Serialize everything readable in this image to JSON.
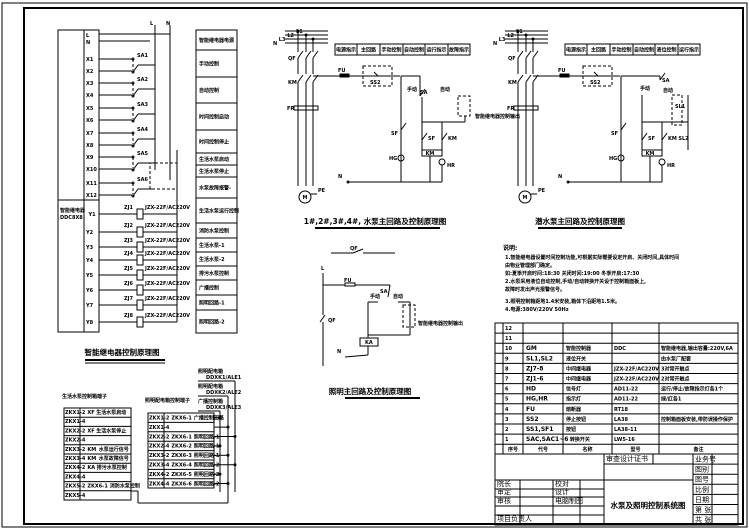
{
  "left_panel": {
    "bus_labels": [
      "L",
      "N"
    ],
    "device_label": "智能继电器",
    "device_model": "DDC8X8",
    "power_terminals": [
      "L",
      "N"
    ],
    "input_terminals": [
      "X1",
      "X2",
      "X3",
      "X4",
      "X5",
      "X6",
      "X7",
      "X8",
      "X9",
      "X10",
      "X11",
      "X12"
    ],
    "output_terminals": [
      "Y1",
      "Y2",
      "Y3",
      "Y4",
      "Y5",
      "Y6",
      "Y7",
      "Y8"
    ],
    "switches": [
      "SA1",
      "SA2",
      "SA3",
      "SA4",
      "SA5",
      "SA6"
    ],
    "relays": [
      {
        "code": "ZJ1",
        "model": "JZX-22F/AC220V"
      },
      {
        "code": "ZJ2",
        "model": "JZX-22F/AC220V"
      },
      {
        "code": "ZJ3",
        "model": "JZX-22F/AC220V"
      },
      {
        "code": "ZJ4",
        "model": "JZX-22F/AC220V"
      },
      {
        "code": "ZJ5",
        "model": "JZX-22F/AC220V"
      },
      {
        "code": "ZJ6",
        "model": "JZX-22F/AC220V"
      },
      {
        "code": "ZJ7",
        "model": "JZX-22F/AC220V"
      },
      {
        "code": "ZJ8",
        "model": "JZX-22F/AC220V"
      }
    ],
    "functions": [
      "智能继电器电源",
      "手动控制",
      "自动控制",
      "时间控制启动",
      "时间控制停止",
      "生活水泵启动",
      "生活水泵停止",
      "水泵故障报警-",
      "生活水泵运行控制",
      "消防水泵控制",
      "生活水泵-1",
      "生活水泵-2",
      "排污水泵控制",
      "广播控制",
      "照明回路-1",
      "照明回路-2"
    ],
    "title": "智能继电器控制原理图"
  },
  "io_tables": {
    "left_title": "生活水泵控制箱端子",
    "left_rows": [
      [
        "ZKX1-2",
        "XF",
        "生活水泵启动"
      ],
      [
        "ZKX1-4",
        "",
        ""
      ],
      [
        "ZKX2-2",
        "XF",
        "生活水泵停止"
      ],
      [
        "ZKX2-4",
        "",
        ""
      ],
      [
        "ZKX3-2",
        "KM",
        "水泵运行信号"
      ],
      [
        "ZKX3-4",
        "KM",
        "水泵故障信号"
      ],
      [
        "ZKX4-2",
        "KA",
        "排污水泵控制"
      ],
      [
        "ZKX4-4",
        "",
        ""
      ],
      [
        "ZKX5-2",
        "ZKX6-1",
        "消防水泵控制"
      ],
      [
        "ZKX5-4",
        "",
        ""
      ]
    ],
    "right_title": "照明配电箱控制端子",
    "right_rows": [
      [
        "ZKX1-2",
        "ZKX6-1",
        "广播控制回路"
      ],
      [
        "ZKX1-4",
        "",
        ""
      ],
      [
        "ZKX2-2",
        "ZKX6-1",
        "照明回路-1"
      ],
      [
        "ZKX2-4",
        "ZKX6-2",
        "照明回路-1"
      ],
      [
        "ZKX3-2",
        "ZKX6-3",
        "照明回路-1"
      ],
      [
        "ZKX3-4",
        "ZKX6-4",
        "照明回路-2"
      ],
      [
        "ZKX4-2",
        "ZKX6-5",
        "照明回路-2"
      ],
      [
        "ZKX4-4",
        "ZKX6-6",
        "照明回路-2"
      ]
    ],
    "boxes": [
      {
        "name": "照明配电箱",
        "code": "DDXK1/ALE1"
      },
      {
        "name": "照明配电箱",
        "code": "DDXK2/ALE2"
      },
      {
        "name": "广播控制箱",
        "code": "DDXK3/ALE3"
      }
    ]
  },
  "pump_circuit": {
    "phases": [
      "L1",
      "L2",
      "L3",
      "N"
    ],
    "header": [
      "电源指示",
      "主回路",
      "手动控制",
      "自动控制",
      "运行指示",
      "故障指示"
    ],
    "labels": {
      "qf": "QF",
      "km": "KM",
      "fr": "FR",
      "motor": "M",
      "pe": "PE",
      "fu": "FU",
      "ss": "SS2",
      "sf": "SF",
      "sa": "SA",
      "hand": "手动",
      "auto": "自动",
      "coil": "KM",
      "hg": "HG",
      "hr": "HR",
      "n": "N",
      "ext": "智能继电器控制输出"
    },
    "title": "1#,2#,3#,4#,  水泵主回路及控制原理图"
  },
  "sub_pump_circuit": {
    "phases": [
      "L1",
      "L2",
      "L3",
      "N"
    ],
    "header": [
      "电源指示",
      "主回路",
      "手动控制",
      "自动控制",
      "液位控制",
      "运行指示"
    ],
    "labels": {
      "qf": "QF",
      "km": "KM",
      "fr": "FR",
      "motor": "M",
      "pe": "PE",
      "fu": "FU",
      "ss": "SS2",
      "sf": "SF",
      "sa": "SA",
      "hand": "手动",
      "auto": "自动",
      "coil": "KM",
      "hg": "HG",
      "hr": "HR",
      "n": "N",
      "sl1": "SL1",
      "sl2": "SL2"
    },
    "title": "潜水泵主回路及控制原理图"
  },
  "lighting_circuit": {
    "labels": {
      "qf": "QF",
      "l": "L",
      "fu": "FU",
      "sa": "SA",
      "hand": "手动",
      "auto": "自动",
      "coil": "KA",
      "n": "N",
      "ext": "智能继电器控制输出"
    },
    "title": "照明主回路及控制原理图"
  },
  "notes": {
    "heading": "说明:",
    "lines": [
      "1.智能继电器设置时间控制功能,可根据实际需要设定开启、关闭时间,具体时间",
      "  由物业管理部门确定。",
      "  如:夏季开启时间:18:30  关闭时间:19:00  冬季开启:17:30",
      "2.水泵采用液位自动控制,手动/自动转换开关设于控制箱面板上,",
      "  故障时发出声光报警信号。",
      "3.照明控制箱距地1.4米安装,箱体下沿距地1.5米。",
      "4.电源:380V/220V 50Hz"
    ]
  },
  "parts_table": {
    "header": [
      "序号",
      "代号",
      "名称",
      "型号",
      "备注"
    ],
    "rows": [
      [
        "12",
        "",
        "",
        "",
        ""
      ],
      [
        "11",
        "",
        "",
        "",
        ""
      ],
      [
        "10",
        "GM",
        "智能控制器",
        "DDC",
        "智能继电器,输出容量:220V,6A"
      ],
      [
        "9",
        "SL1,SL2",
        "液位开关",
        "",
        "由水泵厂配套"
      ],
      [
        "8",
        "ZJ7-8",
        "中间继电器",
        "JZX-22F/AC220V",
        "3对常开触点"
      ],
      [
        "7",
        "ZJ1-6",
        "中间继电器",
        "JZX-22F/AC220V",
        "2对常开触点"
      ],
      [
        "6",
        "HD",
        "信号灯",
        "AD11-22",
        "运行/停止/故障指示灯各1个"
      ],
      [
        "5",
        "HG,HR",
        "指示灯",
        "AD11-22",
        "绿/红各1"
      ],
      [
        "4",
        "FU",
        "熔断器",
        "RT18",
        ""
      ],
      [
        "3",
        "SS2",
        "停止按钮",
        "LA38",
        "控制箱面板安装,带防误操作保护"
      ],
      [
        "2",
        "SS1,SF1",
        "按钮",
        "LA38-11",
        ""
      ],
      [
        "1",
        "SAC,SAC1~6",
        "转换开关",
        "LW5-16",
        ""
      ]
    ]
  },
  "title_block": {
    "cert": "审查设计证书",
    "left_labels": [
      "院长",
      "审定",
      "审核",
      "项目负责人"
    ],
    "mid_labels": [
      "校对",
      "设计",
      "电脑制图"
    ],
    "right_labels": [
      "业务号",
      "图别",
      "图号",
      "比例",
      "日期",
      "第   张",
      "共   张"
    ],
    "drawing_title": "水泵及照明控制系统图"
  }
}
